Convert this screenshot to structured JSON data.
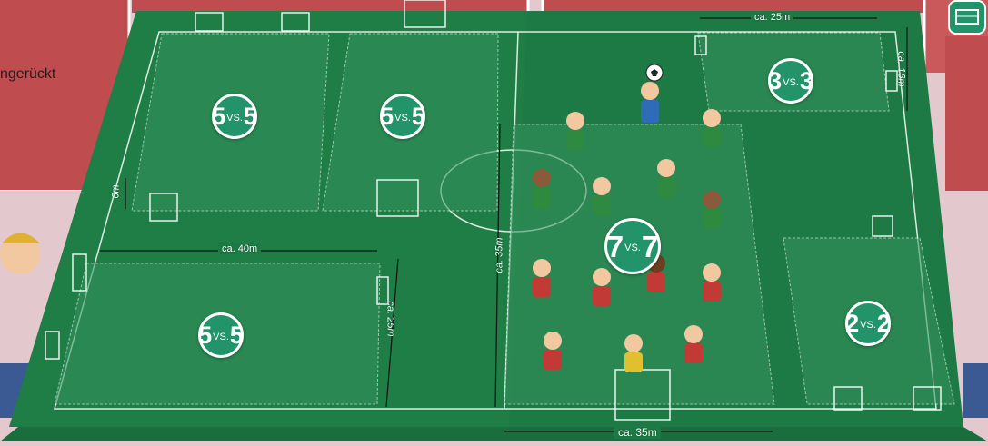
{
  "sidebar_text": "ngerückt",
  "badges": {
    "tl": {
      "a": "5",
      "vs": "VS.",
      "b": "5"
    },
    "tc": {
      "a": "5",
      "vs": "VS.",
      "b": "5"
    },
    "tr": {
      "a": "3",
      "vs": "VS.",
      "b": "3"
    },
    "center": {
      "a": "7",
      "vs": "VS.",
      "b": "7"
    },
    "bl": {
      "a": "5",
      "vs": "VS.",
      "b": "5"
    },
    "br": {
      "a": "2",
      "vs": "VS.",
      "b": "2"
    }
  },
  "measures": {
    "top_right_width": "ca. 25m",
    "top_right_depth": "ca. 16m",
    "left_small": "6m",
    "bottom_left_width": "ca. 40m",
    "bottom_left_depth": "ca. 25m",
    "center_depth": "ca. 35m",
    "center_width": "ca. 35m"
  },
  "colors": {
    "pitch": "#1e7a45",
    "pitch_stripe": "#23894d",
    "badge": "#23946a",
    "panel": "#bf4d4f",
    "floor_pink": "#e3c9cd"
  },
  "icons": {
    "goal": "goal-icon",
    "ball": "soccer-ball-icon"
  }
}
